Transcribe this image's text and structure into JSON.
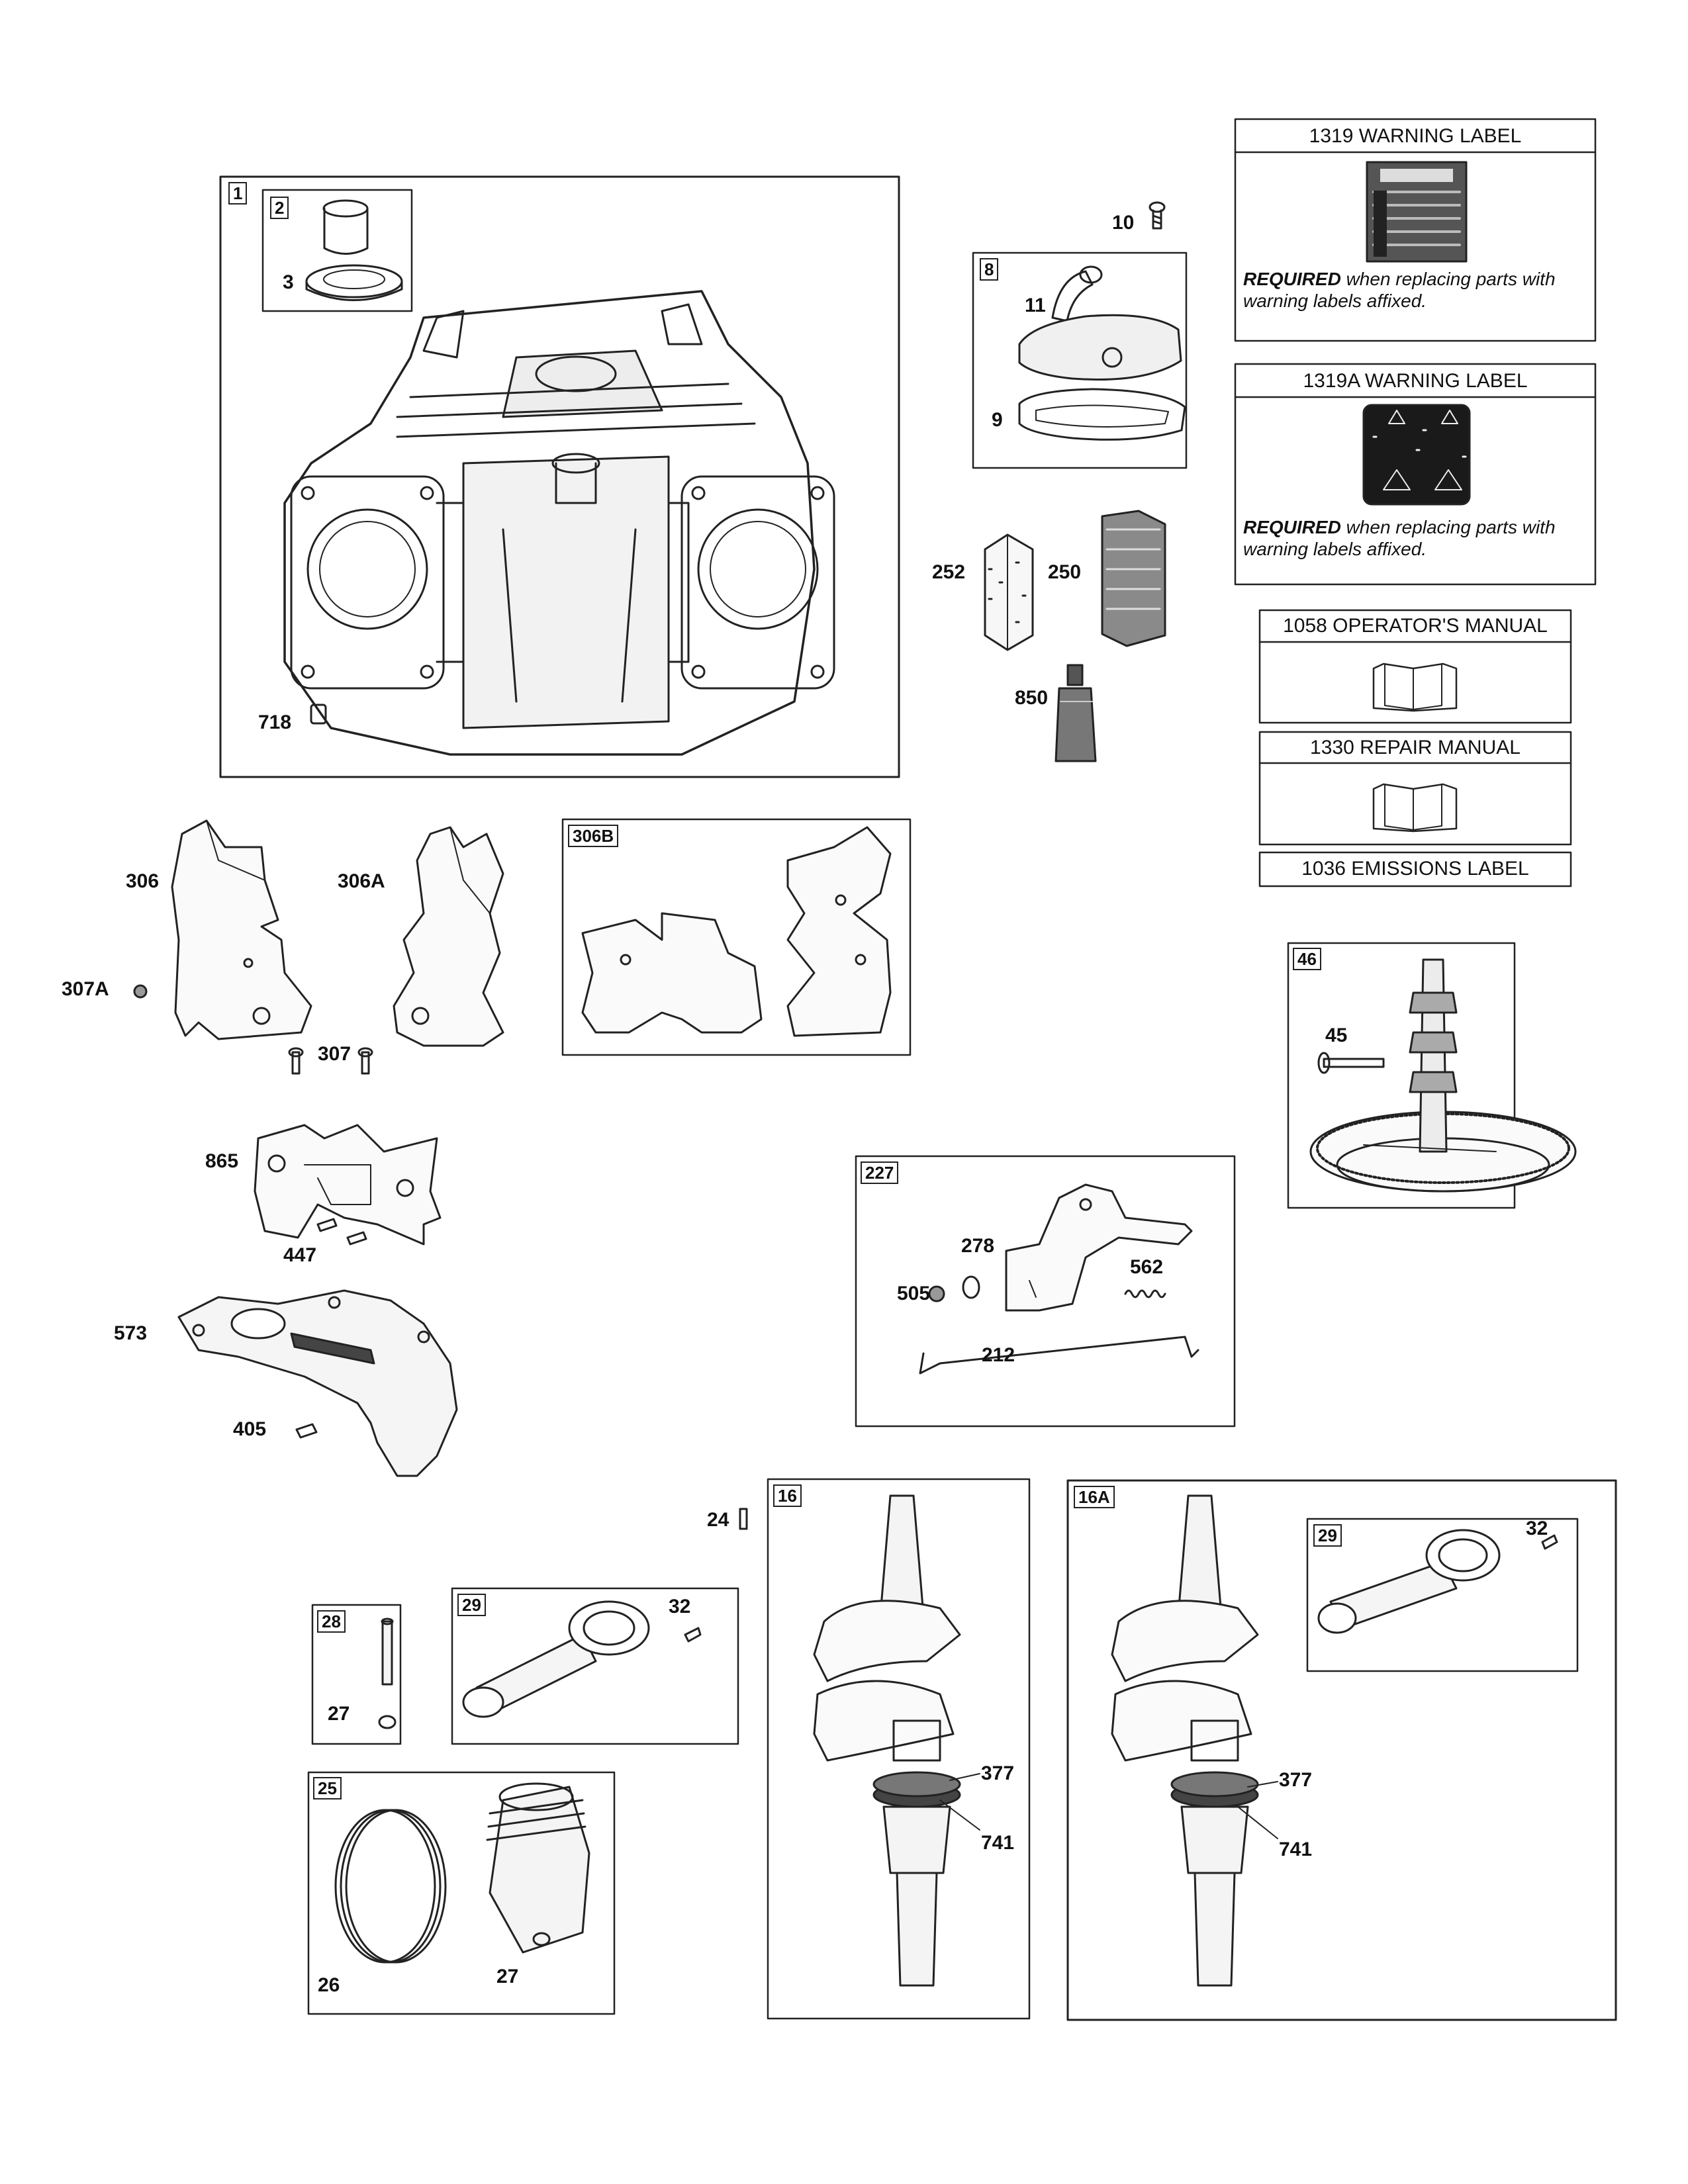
{
  "callouts": {
    "c1": "1",
    "c2": "2",
    "c3": "3",
    "c718": "718",
    "c10": "10",
    "c8": "8",
    "c11": "11",
    "c9": "9",
    "c252": "252",
    "c250": "250",
    "c850": "850",
    "c306": "306",
    "c306A": "306A",
    "c307A": "307A",
    "c307": "307",
    "c306B": "306B",
    "c865": "865",
    "c447": "447",
    "c573": "573",
    "c405": "405",
    "c227": "227",
    "c278": "278",
    "c505": "505",
    "c562": "562",
    "c212": "212",
    "c46": "46",
    "c45": "45",
    "c24": "24",
    "c16": "16",
    "c16A": "16A",
    "c29a": "29",
    "c32a": "32",
    "c29b": "29",
    "c32b": "32",
    "c28": "28",
    "c27a": "27",
    "c25": "25",
    "c26": "26",
    "c27b": "27",
    "c377a": "377",
    "c741a": "741",
    "c377b": "377",
    "c741b": "741"
  },
  "labels": {
    "warning_1319": {
      "title": "1319 WARNING LABEL",
      "note_bold": "REQUIRED",
      "note_rest": " when replacing parts with warning labels affixed."
    },
    "warning_1319A": {
      "title": "1319A WARNING LABEL",
      "note_bold": "REQUIRED",
      "note_rest": " when replacing parts with warning labels affixed."
    },
    "manual_1058": {
      "title": "1058 OPERATOR'S MANUAL"
    },
    "manual_1330": {
      "title": "1330 REPAIR MANUAL"
    },
    "emissions_1036": {
      "title": "1036 EMISSIONS LABEL"
    }
  },
  "colors": {
    "line": "#222222",
    "shade": "#b8b8b8",
    "dark": "#555555"
  },
  "icons": [
    "book-icon",
    "warning-decal-icon",
    "hazard-decal-icon"
  ]
}
